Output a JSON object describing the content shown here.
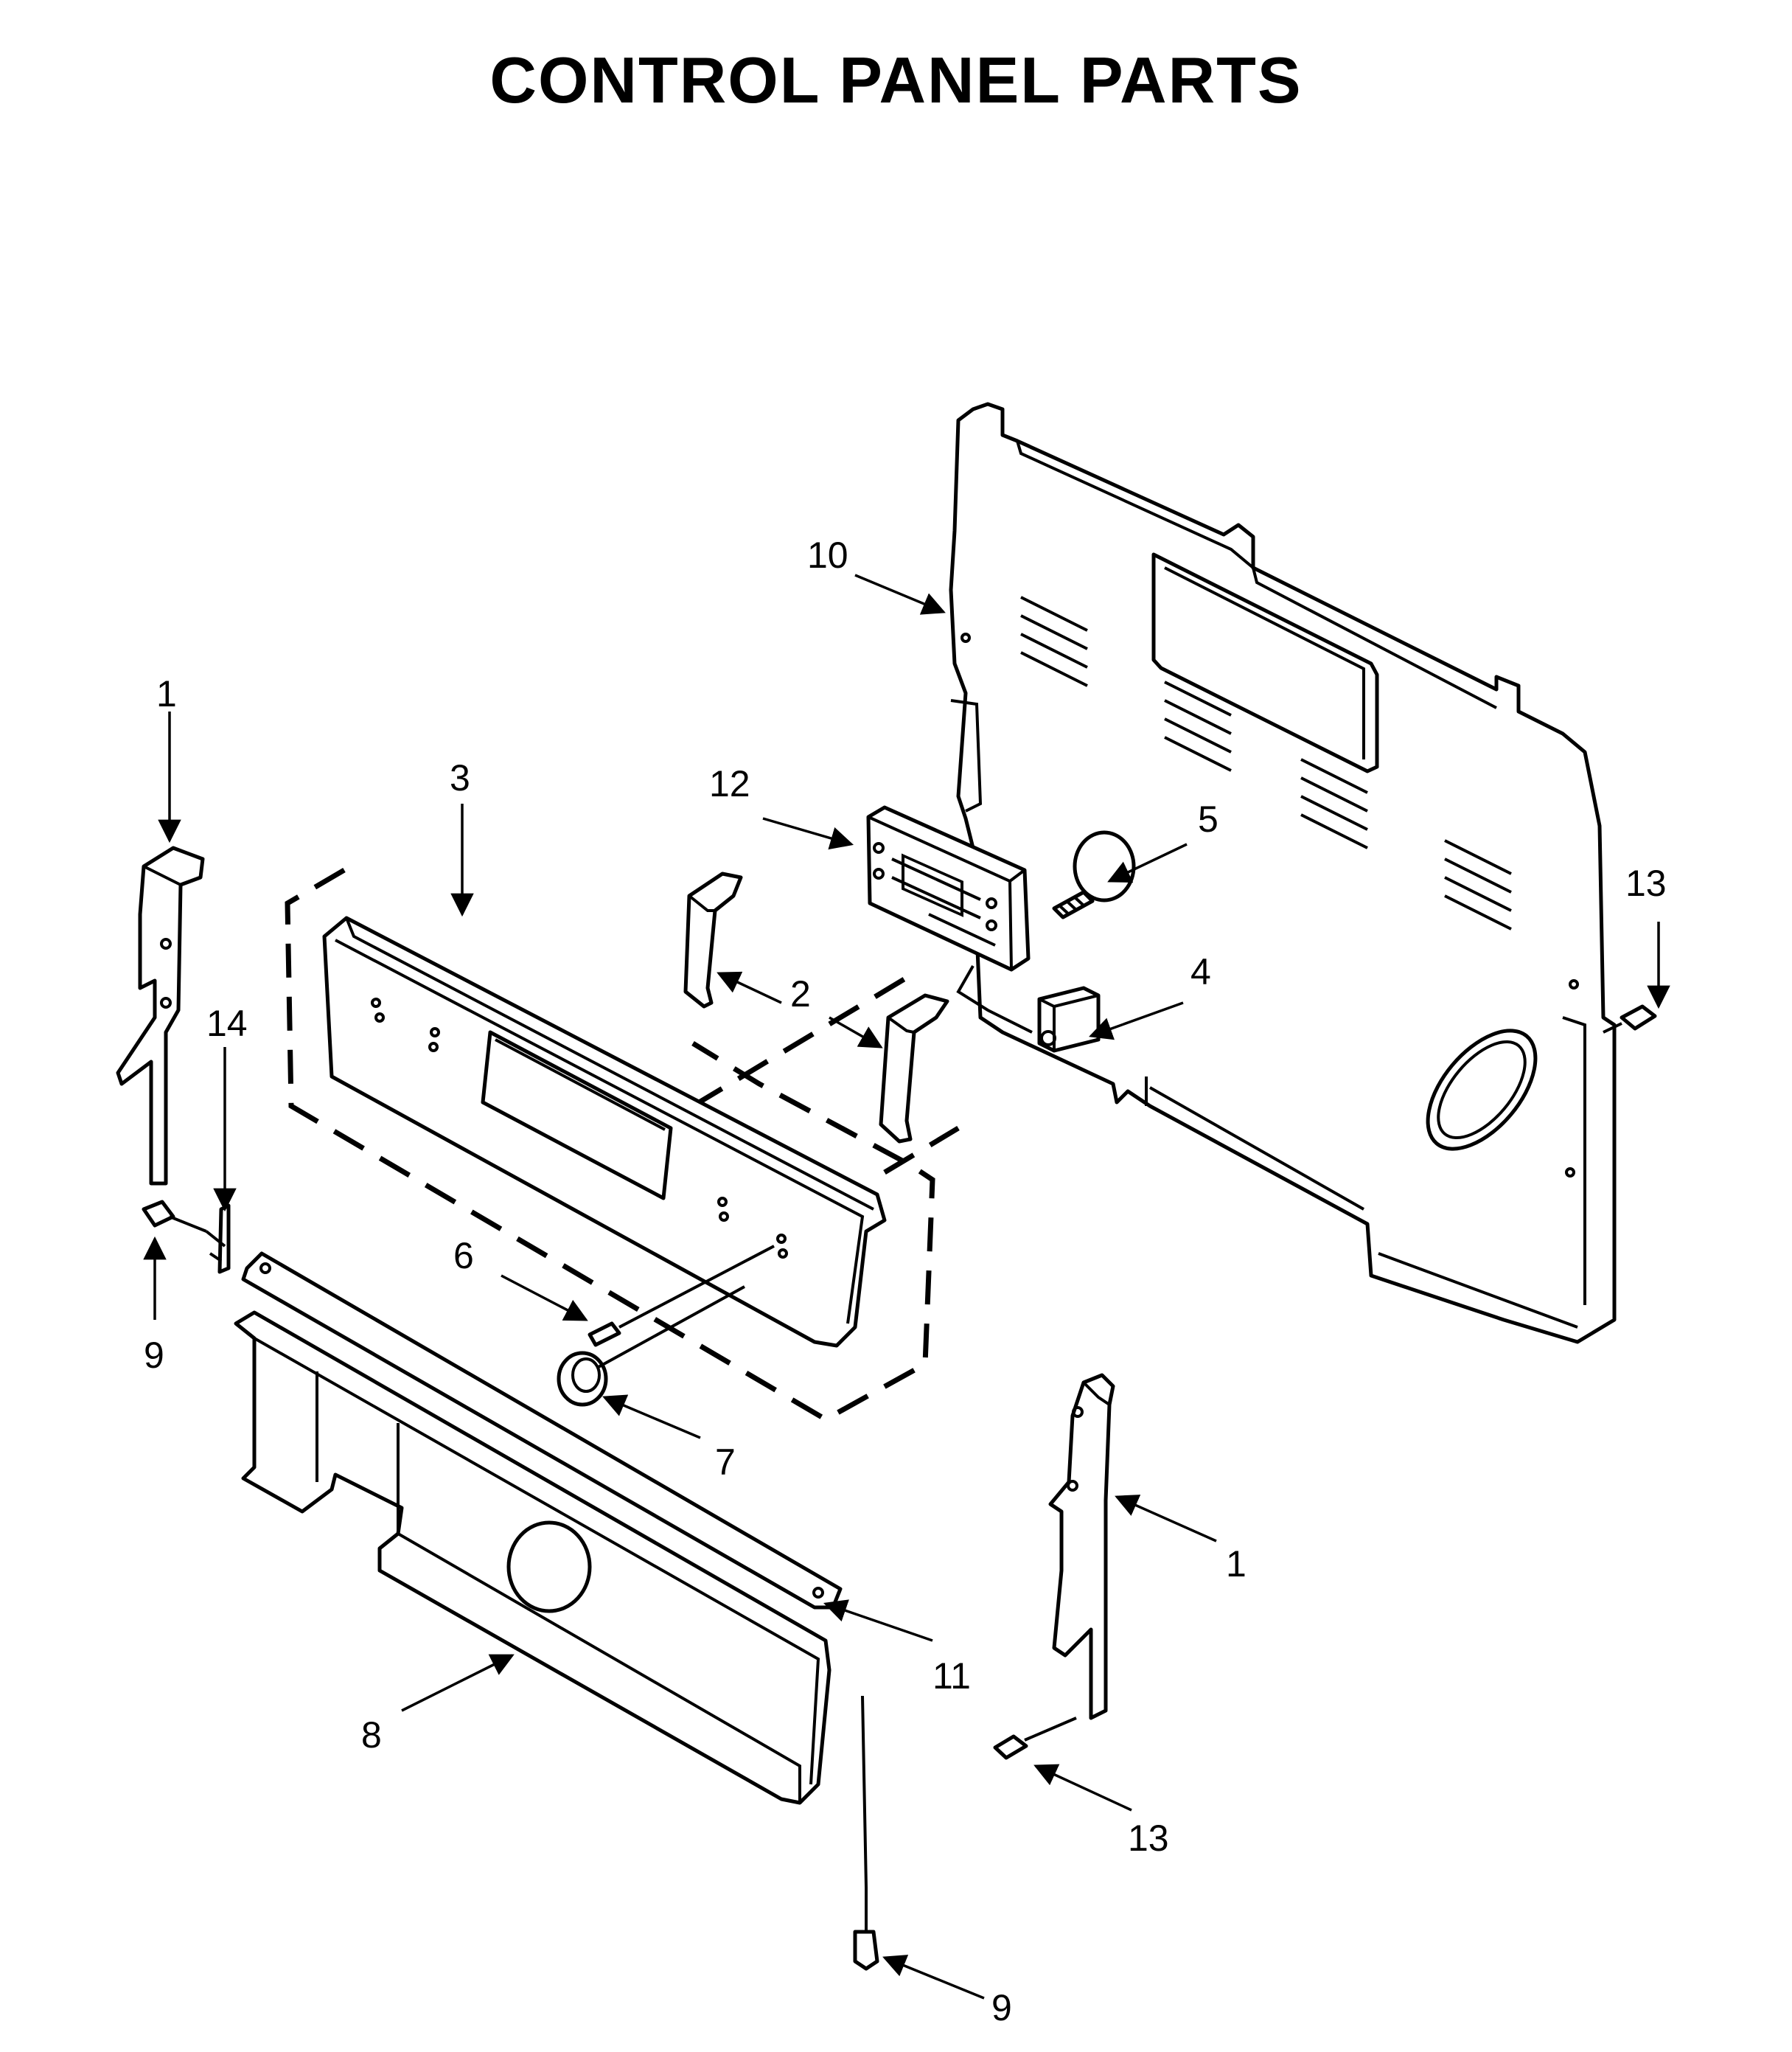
{
  "title": "CONTROL PANEL PARTS",
  "callouts": [
    {
      "id": "c1a",
      "label": "1"
    },
    {
      "id": "c1b",
      "label": "1"
    },
    {
      "id": "c2",
      "label": "2"
    },
    {
      "id": "c3",
      "label": "3"
    },
    {
      "id": "c4",
      "label": "4"
    },
    {
      "id": "c5",
      "label": "5"
    },
    {
      "id": "c6",
      "label": "6"
    },
    {
      "id": "c7",
      "label": "7"
    },
    {
      "id": "c8",
      "label": "8"
    },
    {
      "id": "c9a",
      "label": "9"
    },
    {
      "id": "c9b",
      "label": "9"
    },
    {
      "id": "c10",
      "label": "10"
    },
    {
      "id": "c11",
      "label": "11"
    },
    {
      "id": "c12",
      "label": "12"
    },
    {
      "id": "c13a",
      "label": "13"
    },
    {
      "id": "c13b",
      "label": "13"
    },
    {
      "id": "c14",
      "label": "14"
    }
  ]
}
